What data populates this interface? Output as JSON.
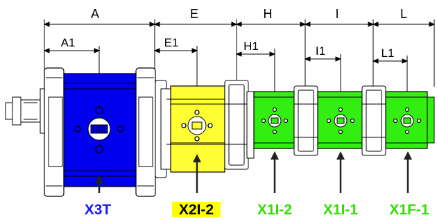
{
  "dimensions": {
    "a": "A",
    "a1": "A1",
    "e": "E",
    "e1": "E1",
    "h": "H",
    "h1": "H1",
    "i": "I",
    "i1": "I1",
    "l": "L",
    "l1": "L1"
  },
  "sections": [
    {
      "label": "X3T",
      "color": "#1a1aff",
      "body_color": "#0000ee"
    },
    {
      "label": "X2I-2",
      "color": "#000000",
      "highlight": "#ffff00",
      "body_color": "#ffff33"
    },
    {
      "label": "X1I-2",
      "color": "#33dd00",
      "body_color": "#33ee11"
    },
    {
      "label": "X1I-1",
      "color": "#33dd00",
      "body_color": "#33ee11"
    },
    {
      "label": "X1F-1",
      "color": "#33dd00",
      "body_color": "#33ee11"
    }
  ],
  "colors": {
    "line": "#000000",
    "housing": "#ffffff",
    "x3t_text": "#1a1aff",
    "x1_text": "#33dd00",
    "x2_highlight": "#ffff00"
  }
}
